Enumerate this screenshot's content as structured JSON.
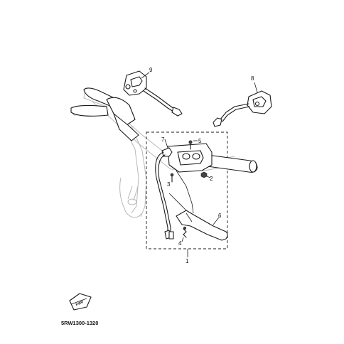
{
  "diagram": {
    "part_labels": {
      "p1": "1",
      "p2": "2",
      "p3": "3",
      "p4": "4",
      "p5": "5",
      "p6": "6",
      "p7": "7",
      "p8": "8",
      "p9": "9"
    },
    "forward_marker": "FWD",
    "drawing_code": "5RW1300-1320"
  }
}
